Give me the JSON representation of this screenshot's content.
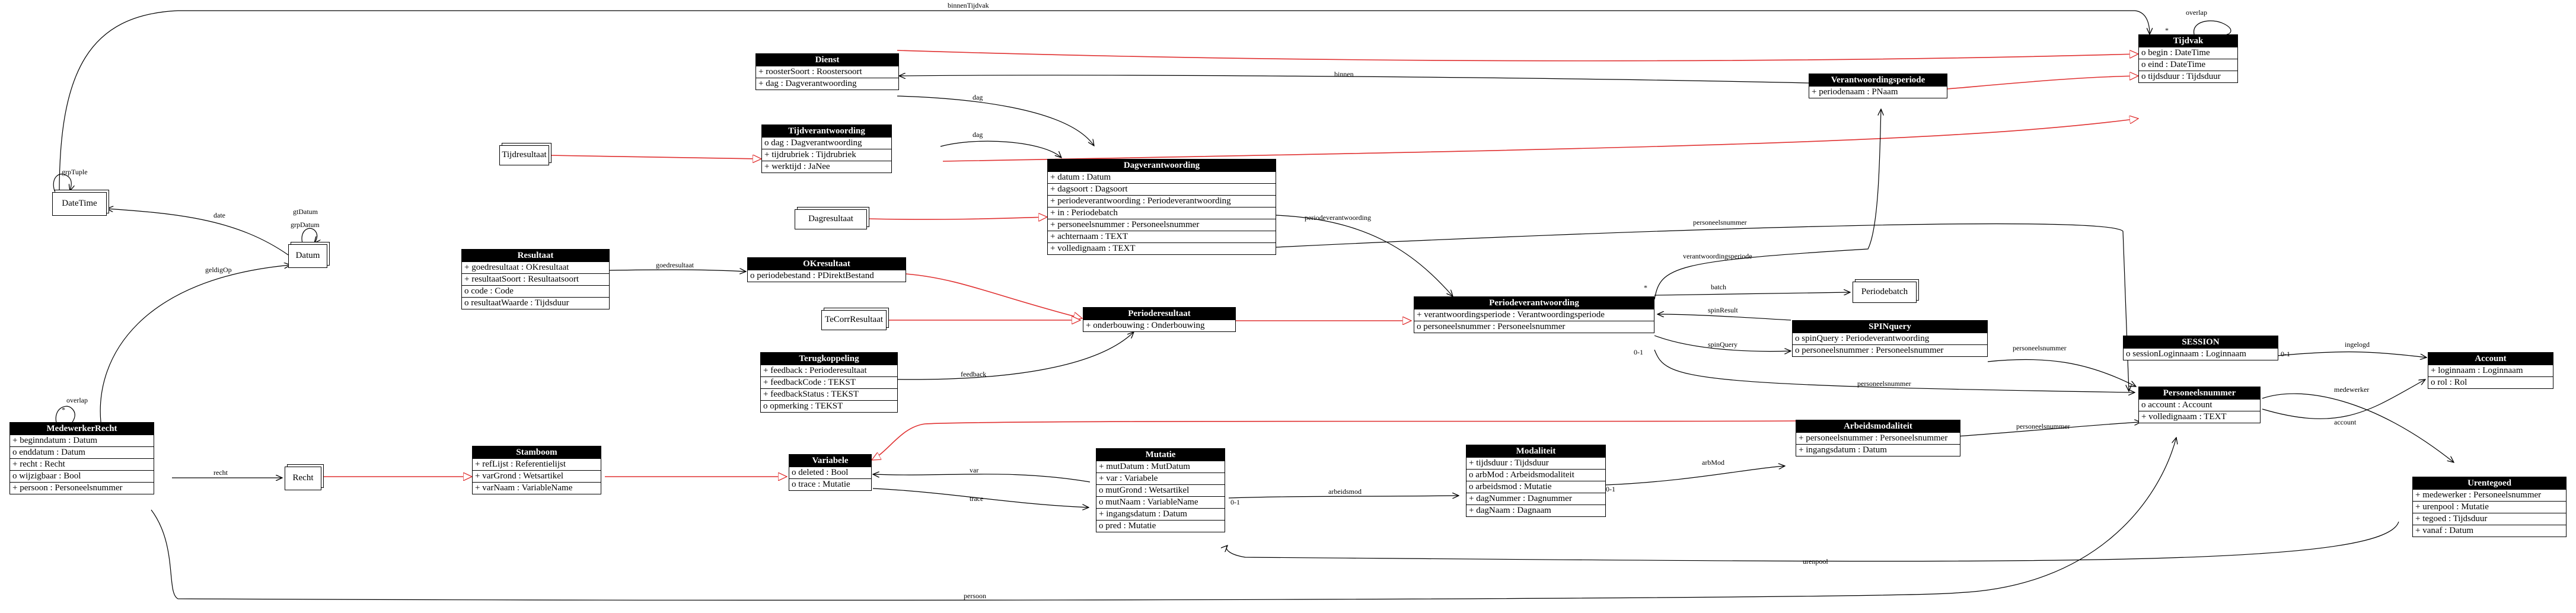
{
  "classes": {
    "tijdvak": {
      "name": "Tijdvak",
      "attrs": [
        "o begin : DateTime",
        "o eind : DateTime",
        "o tijdsduur : Tijdsduur"
      ]
    },
    "dienst": {
      "name": "Dienst",
      "attrs": [
        "+ roosterSoort : Roostersoort",
        "+ dag : Dagverantwoording"
      ]
    },
    "verantwoordingsperiode": {
      "name": "Verantwoordingsperiode",
      "attrs": [
        "+ periodenaam : PNaam"
      ]
    },
    "tijdverantwoording": {
      "name": "Tijdverantwoording",
      "attrs": [
        "o dag : Dagverantwoording",
        "+ tijdrubriek : Tijdrubriek",
        "+ werktijd : JaNee"
      ]
    },
    "dagverantwoording": {
      "name": "Dagverantwoording",
      "attrs": [
        "+ datum : Datum",
        "+ dagsoort : Dagsoort",
        "+ periodeverantwoording : Periodeverantwoording",
        "+ in : Periodebatch",
        "+ personeelsnummer : Personeelsnummer",
        "+ achternaam : TEXT",
        "+ volledignaam : TEXT"
      ]
    },
    "resultaat": {
      "name": "Resultaat",
      "attrs": [
        "+ goedresultaat : OKresultaat",
        "+ resultaatSoort : Resultaatsoort",
        "o code : Code",
        "o resultaatWaarde : Tijdsduur"
      ]
    },
    "okresultaat": {
      "name": "OKresultaat",
      "attrs": [
        "o periodebestand : PDirektBestand"
      ]
    },
    "perioderesultaat": {
      "name": "Perioderesultaat",
      "attrs": [
        "+ onderbouwing : Onderbouwing"
      ]
    },
    "periodeverantwoording": {
      "name": "Periodeverantwoording",
      "attrs": [
        "+ verantwoordingsperiode : Verantwoordingsperiode",
        "o personeelsnummer : Personeelsnummer"
      ]
    },
    "terugkoppeling": {
      "name": "Terugkoppeling",
      "attrs": [
        "+ feedback : Perioderesultaat",
        "+ feedbackCode : TEKST",
        "+ feedbackStatus : TEKST",
        "o opmerking : TEKST"
      ]
    },
    "spinquery": {
      "name": "SPINquery",
      "attrs": [
        "o spinQuery : Periodeverantwoording",
        "o personeelsnummer : Personeelsnummer"
      ]
    },
    "session": {
      "name": "SESSION",
      "attrs": [
        "o sessionLoginnaam : Loginnaam"
      ]
    },
    "account": {
      "name": "Account",
      "attrs": [
        "+ loginnaam : Loginnaam",
        "o rol : Rol"
      ]
    },
    "medewerkerrecht": {
      "name": "MedewerkerRecht",
      "attrs": [
        "+ beginndatum : Datum",
        "o enddatum : Datum",
        "+ recht : Recht",
        "o wijzigbaar : Bool",
        "+ persoon : Personeelsnummer"
      ]
    },
    "stamboom": {
      "name": "Stamboom",
      "attrs": [
        "+ refLijst : Referentielijst",
        "+ varGrond : Wetsartikel",
        "+ varNaam : VariableName"
      ]
    },
    "variabele": {
      "name": "Variabele",
      "attrs": [
        "o deleted : Bool",
        "o trace : Mutatie"
      ]
    },
    "mutatie": {
      "name": "Mutatie",
      "attrs": [
        "+ mutDatum : MutDatum",
        "+ var : Variabele",
        "o mutGrond : Wetsartikel",
        "o mutNaam : VariableName",
        "+ ingangsdatum : Datum",
        "o pred : Mutatie"
      ]
    },
    "modaliteit": {
      "name": "Modaliteit",
      "attrs": [
        "+ tijdsduur : Tijdsduur",
        "o arbMod : Arbeidsmodaliteit",
        "o arbeidsmod : Mutatie",
        "+ dagNummer : Dagnummer",
        "+ dagNaam : Dagnaam"
      ]
    },
    "arbeidsmodaliteit": {
      "name": "Arbeidsmodaliteit",
      "attrs": [
        "+ personeelsnummer : Personeelsnummer",
        "+ ingangsdatum : Datum"
      ]
    },
    "personeelsnummer": {
      "name": "Personeelsnummer",
      "attrs": [
        "o account : Account",
        "+ volledignaam : TEXT"
      ]
    },
    "urentegoed": {
      "name": "Urentegoed",
      "attrs": [
        "+ medewerker : Personeelsnummer",
        "+ urenpool : Mutatie",
        "+ tegoed : Tijdsduur",
        "+ vanaf : Datum"
      ]
    }
  },
  "concepts": {
    "datetime": "DateTime",
    "datum": "Datum",
    "tijdresultaat": "Tijdresultaat",
    "dagresultaat": "Dagresultaat",
    "tecorrresultaat": "TeCorrResultaat",
    "periodebatch": "Periodebatch",
    "recht": "Recht"
  },
  "edge_labels": {
    "binnenTijdvak": "binnenTijdvak",
    "overlap_tijdvak": "overlap",
    "grpTuple": "grpTuple",
    "gtDatum": "gtDatum",
    "grpDatum": "grpDatum",
    "date": "date",
    "geldigOp": "geldigOp",
    "overlap_mw": "overlap",
    "binnen": "binnen",
    "dag1": "dag",
    "dag2": "dag",
    "goedresultaat": "goedresultaat",
    "periodeverantwoording": "periodeverantwoording",
    "personeelsnummer1": "personeelsnummer",
    "verantwoordingsperiode": "verantwoordingsperiode",
    "batch": "batch",
    "spinResult": "spinResult",
    "spinQuery": "spinQuery",
    "personeelsnummer2": "personeelsnummer",
    "personeelsnummer3": "personeelsnummer",
    "feedback": "feedback",
    "loggedin": "ingelogd",
    "medewerker": "medewerker",
    "account": "account",
    "recht": "recht",
    "var": "var",
    "trace": "trace",
    "arbeidsmod": "arbeidsmod",
    "arbMod": "arbMod",
    "personeelsnummer4": "personeelsnummer",
    "urenpool": "urenpool",
    "persoon": "persoon"
  },
  "multiplicities": {
    "star1": "*",
    "star2": "*",
    "star3": "*",
    "m01a": "0-1",
    "m01b": "0-1",
    "m01c": "0-1",
    "m01d": "0-1",
    "m01e": "0-1"
  },
  "colors": {
    "generalization": "#e03030",
    "association": "#000000",
    "header": "#000000"
  }
}
